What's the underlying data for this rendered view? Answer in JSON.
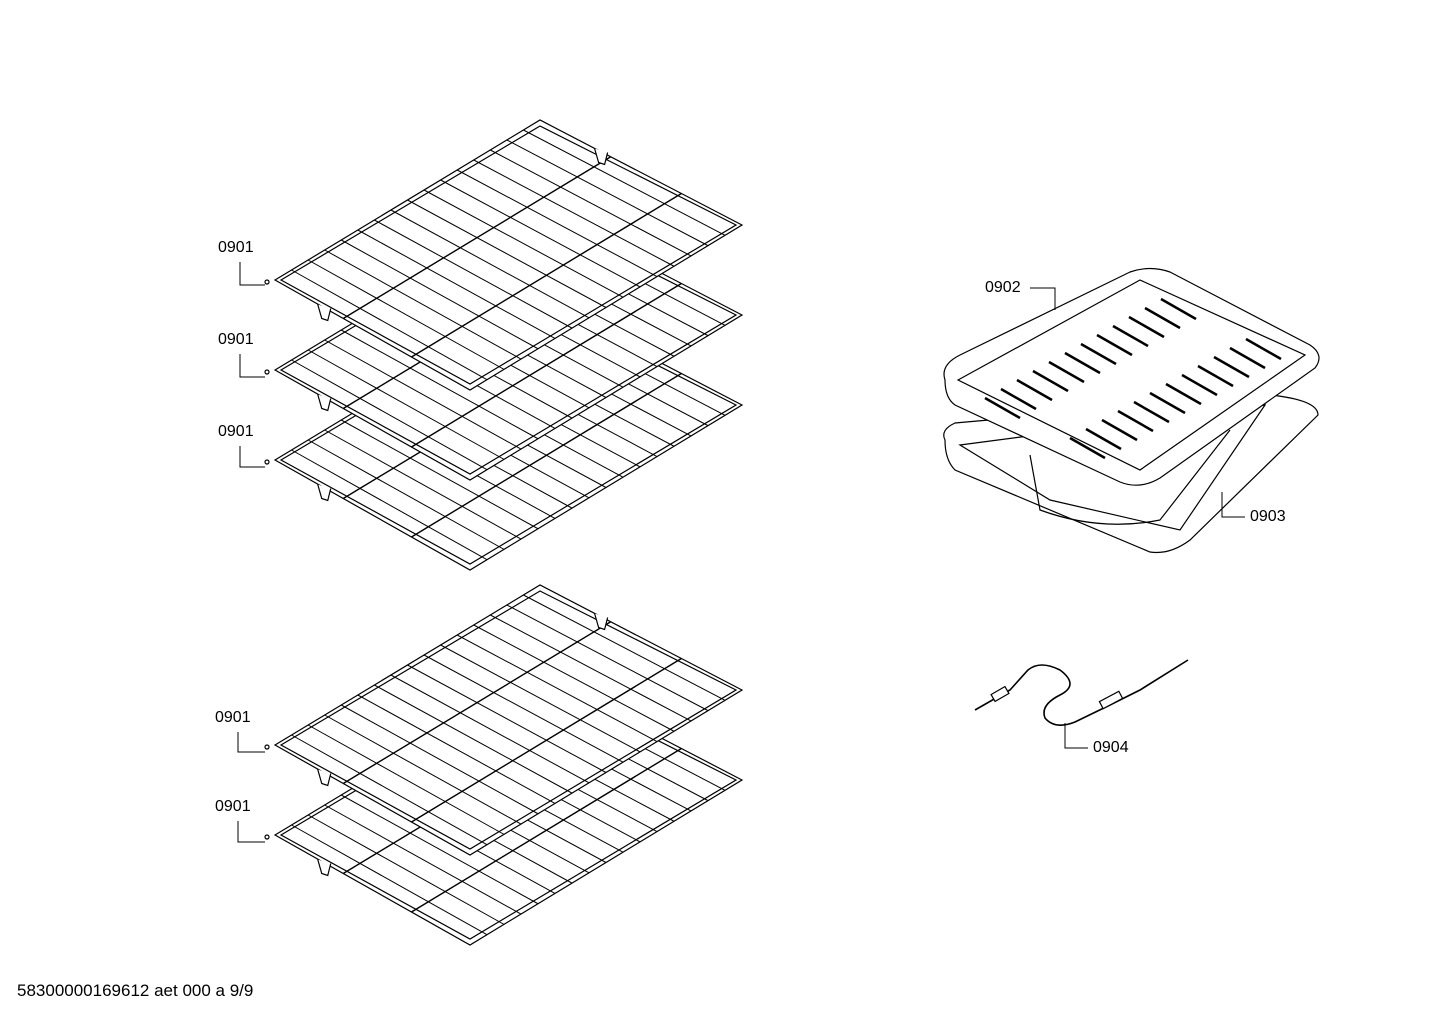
{
  "diagram": {
    "parts": [
      {
        "id": "rack-1",
        "label": "0901"
      },
      {
        "id": "rack-2",
        "label": "0901"
      },
      {
        "id": "rack-3",
        "label": "0901"
      },
      {
        "id": "rack-4",
        "label": "0901"
      },
      {
        "id": "rack-5",
        "label": "0901"
      },
      {
        "id": "broil-pan-insert",
        "label": "0902"
      },
      {
        "id": "broil-pan",
        "label": "0903"
      },
      {
        "id": "meat-probe",
        "label": "0904"
      }
    ],
    "line_color": "#000000",
    "background": "#ffffff"
  },
  "footer": {
    "text": "58300000169612 aet 000 a 9/9"
  }
}
